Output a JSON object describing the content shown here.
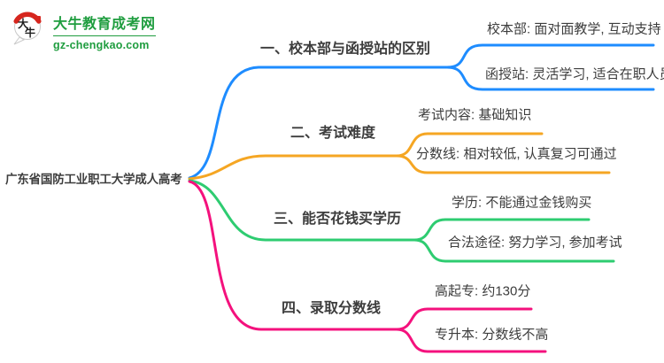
{
  "logo": {
    "site_name": "大牛教育成考网",
    "site_domain": "gz-chengkao.com",
    "icon_chars": {
      "top": "大",
      "bottom": "牛"
    }
  },
  "root": {
    "label": "广东省国防工业职工大学成人高考"
  },
  "branches": [
    {
      "label": "一、校本部与函授站的区别",
      "color": "#1E8CFF",
      "children": [
        {
          "label": "校本部: 面对面教学, 互动支持"
        },
        {
          "label": "函授站: 灵活学习, 适合在职人员"
        }
      ]
    },
    {
      "label": "二、考试难度",
      "color": "#F5A623",
      "children": [
        {
          "label": "考试内容: 基础知识"
        },
        {
          "label": "分数线: 相对较低, 认真复习可通过"
        }
      ]
    },
    {
      "label": "三、能否花钱买学历",
      "color": "#2ECC71",
      "children": [
        {
          "label": "学历: 不能通过金钱购买"
        },
        {
          "label": "合法途径: 努力学习, 参加考试"
        }
      ]
    },
    {
      "label": "四、录取分数线",
      "color": "#F4117D",
      "children": [
        {
          "label": "高起专: 约130分"
        },
        {
          "label": "专升本: 分数线不高"
        }
      ]
    }
  ],
  "colors": {
    "text": "#3D3D3D",
    "background": "#FFFFFF",
    "logo-green": "#1F9D3F",
    "logo-red": "#D6261E",
    "branch-blue": "#1E8CFF",
    "branch-orange": "#F5A623",
    "branch-green": "#2ECC71",
    "branch-pink": "#F4117D"
  }
}
